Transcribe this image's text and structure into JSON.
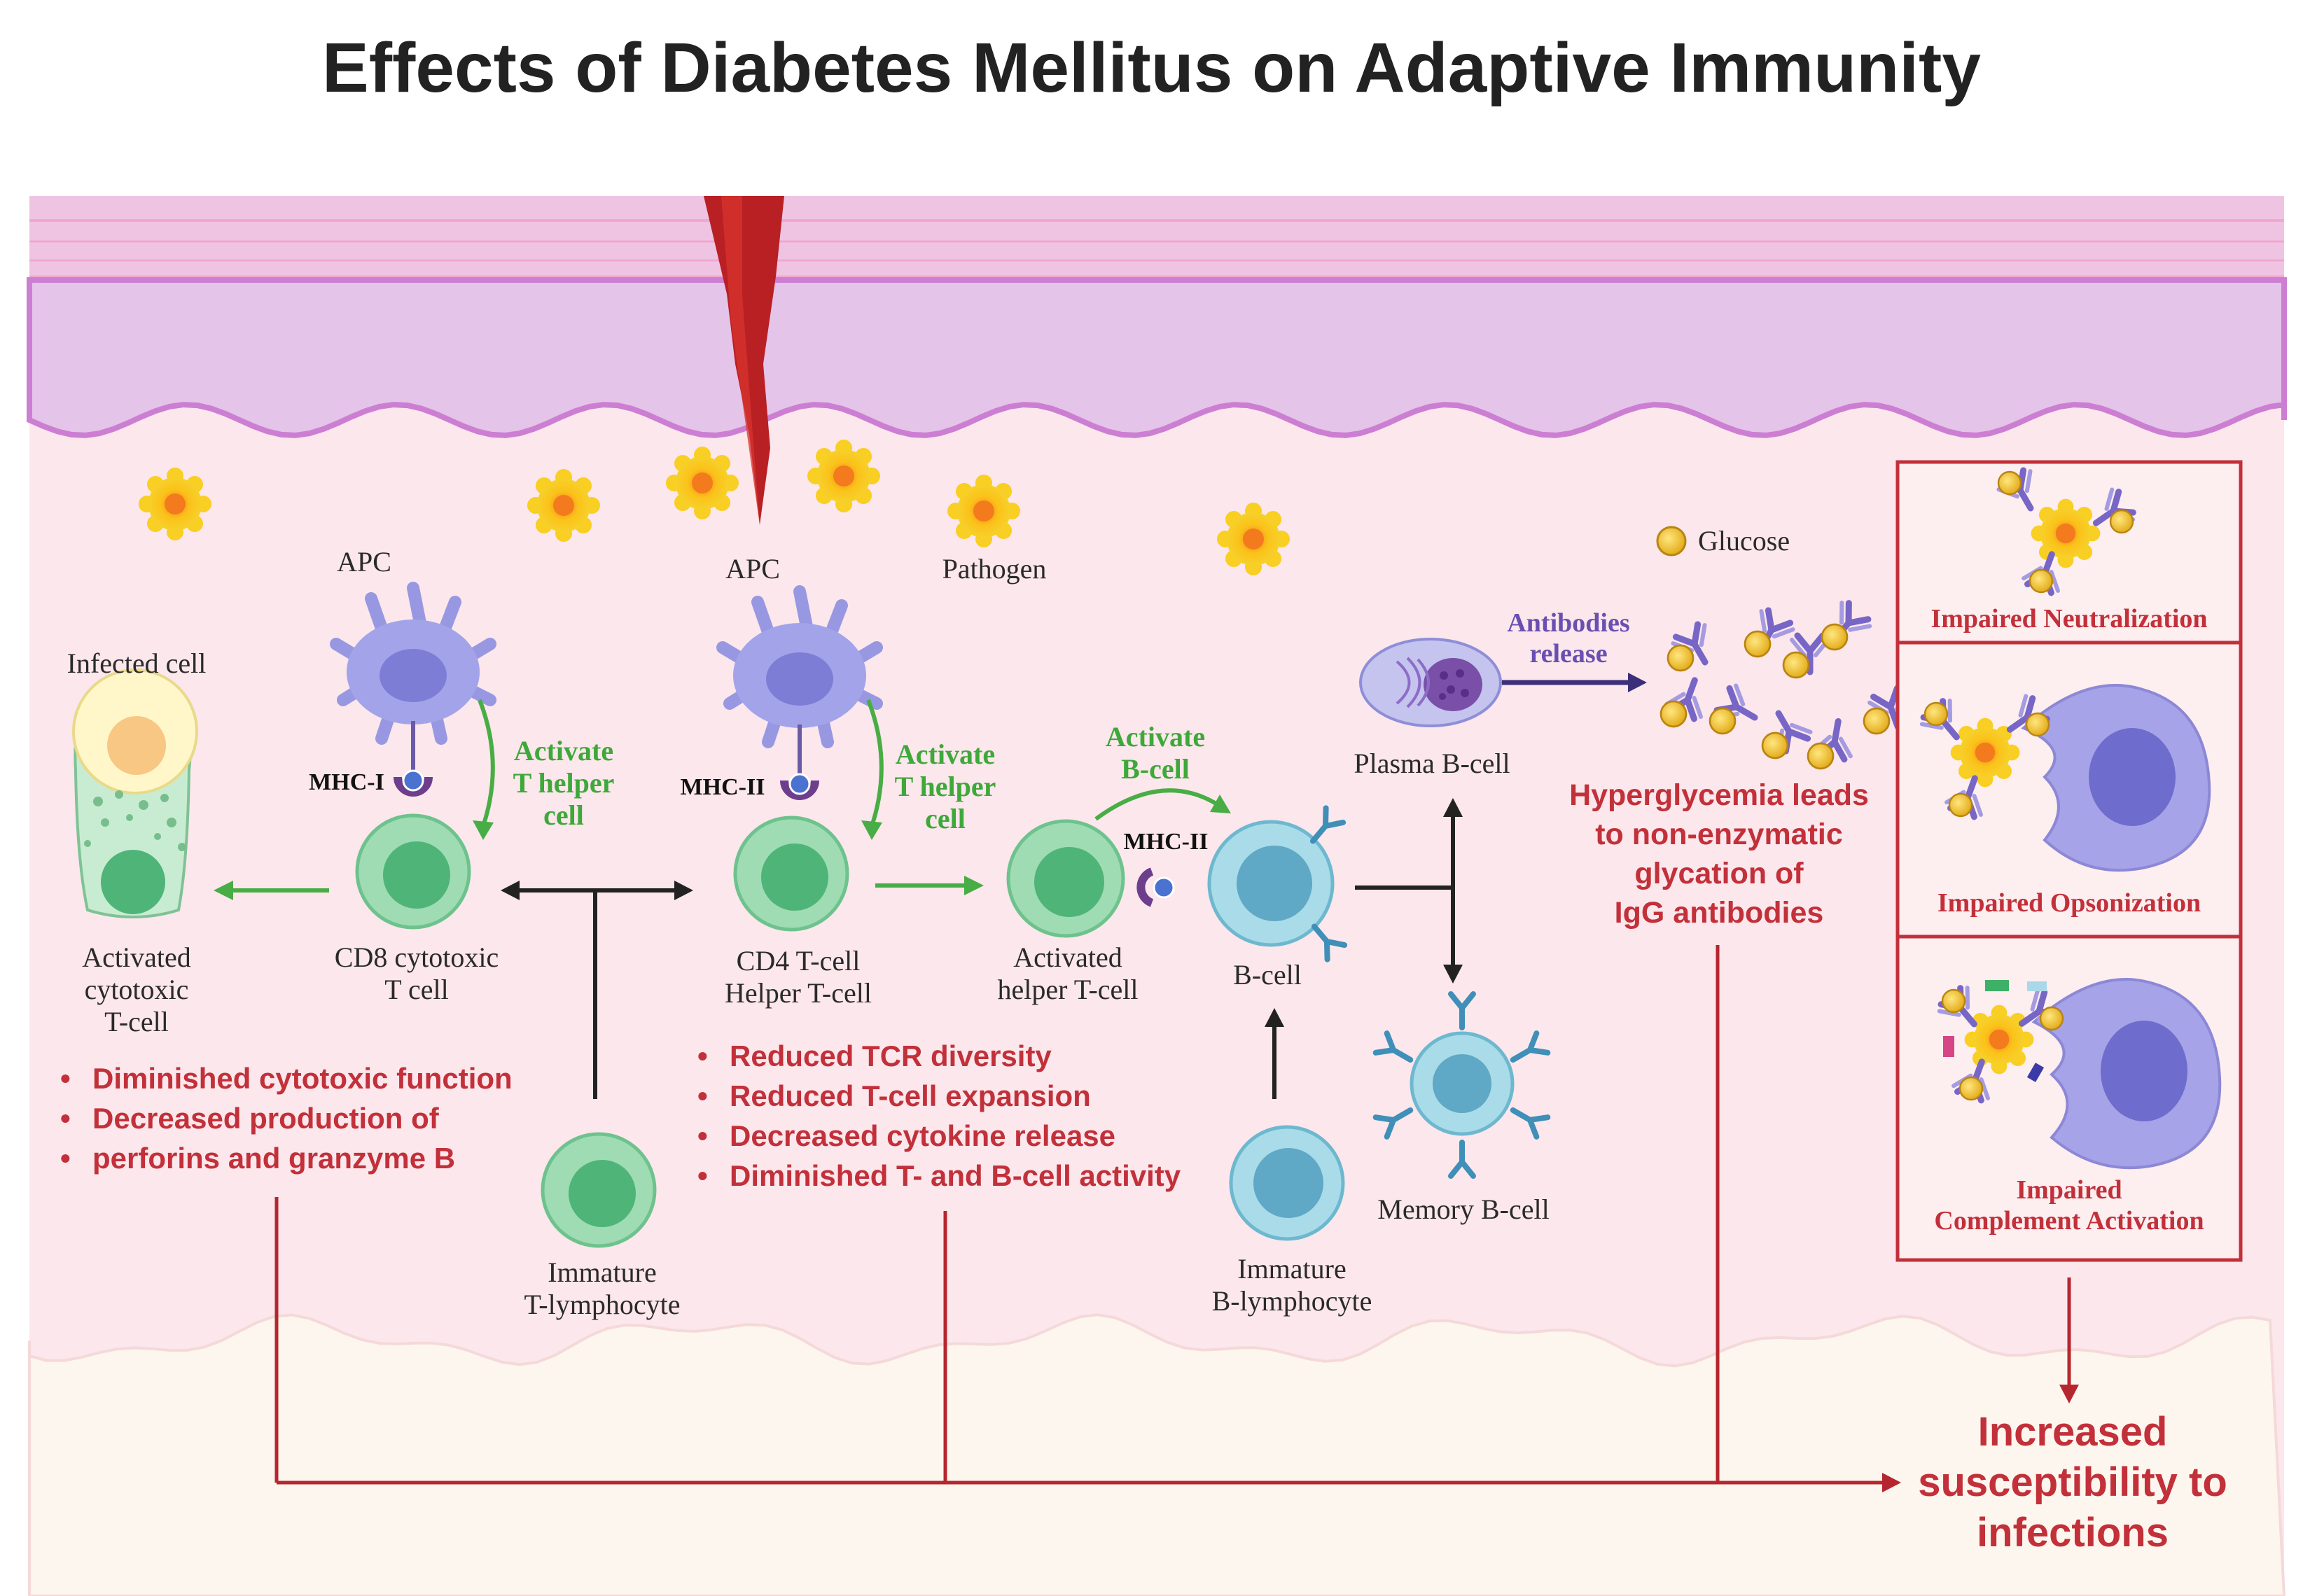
{
  "title": "Effects of Diabetes Mellitus on Adaptive Immunity",
  "icons": [
    "pathogen-icon",
    "glucose-icon",
    "antibody-icon",
    "dendritic-cell-icon",
    "lymphocyte-icon",
    "macrophage-icon",
    "plasma-cell-icon",
    "wound-icon"
  ],
  "colors": {
    "accent_red": "#c2303a",
    "accent_green": "#3fa83a",
    "accent_purple": "#6a4fb2",
    "skin_top": "#e6b6d9",
    "tissue": "#fbe8ec",
    "t_cell": "#7fcc9b",
    "b_cell": "#7fc3d8",
    "apc": "#9c9ce6"
  },
  "labels": {
    "apc_left": "APC",
    "apc_right": "APC",
    "pathogen": "Pathogen",
    "glucose": "Glucose",
    "infected_cell": "Infected cell",
    "mhc1": "MHC-I",
    "mhc2_left": "MHC-II",
    "mhc2_right": "MHC-II",
    "activated_cytotoxic": [
      "Activated",
      "cytotoxic",
      "T-cell"
    ],
    "cd8": [
      "CD8 cytotoxic",
      "T cell"
    ],
    "cd4": [
      "CD4 T-cell",
      "Helper T-cell"
    ],
    "activated_helper": [
      "Activated",
      "helper T-cell"
    ],
    "b_cell": "B-cell",
    "plasma_b_cell": "Plasma B-cell",
    "memory_b_cell": "Memory B-cell",
    "immature_t": [
      "Immature",
      "T-lymphocyte"
    ],
    "immature_b": [
      "Immature",
      "B-lymphocyte"
    ]
  },
  "green_labels": {
    "activate_th_1": [
      "Activate",
      "T helper",
      "cell"
    ],
    "activate_th_2": [
      "Activate",
      "T helper",
      "cell"
    ],
    "activate_b": [
      "Activate",
      "B-cell"
    ]
  },
  "antibodies_release": [
    "Antibodies",
    "release"
  ],
  "cytotoxic_effects": [
    "Diminished cytotoxic function",
    "Decreased production of",
    "perforins and granzyme B"
  ],
  "helper_effects": [
    "Reduced TCR diversity",
    "Reduced T-cell expansion",
    "Decreased cytokine release",
    "Diminished T- and B-cell activity"
  ],
  "hyperglycemia": [
    "Hyperglycemia leads",
    "to non-enzymatic",
    "glycation of",
    "IgG antibodies"
  ],
  "impairments": {
    "neutralization": "Impaired Neutralization",
    "opsonization": "Impaired Opsonization",
    "complement": [
      "Impaired",
      "Complement Activation"
    ]
  },
  "outcome": [
    "Increased",
    "susceptibility to",
    "infections"
  ]
}
